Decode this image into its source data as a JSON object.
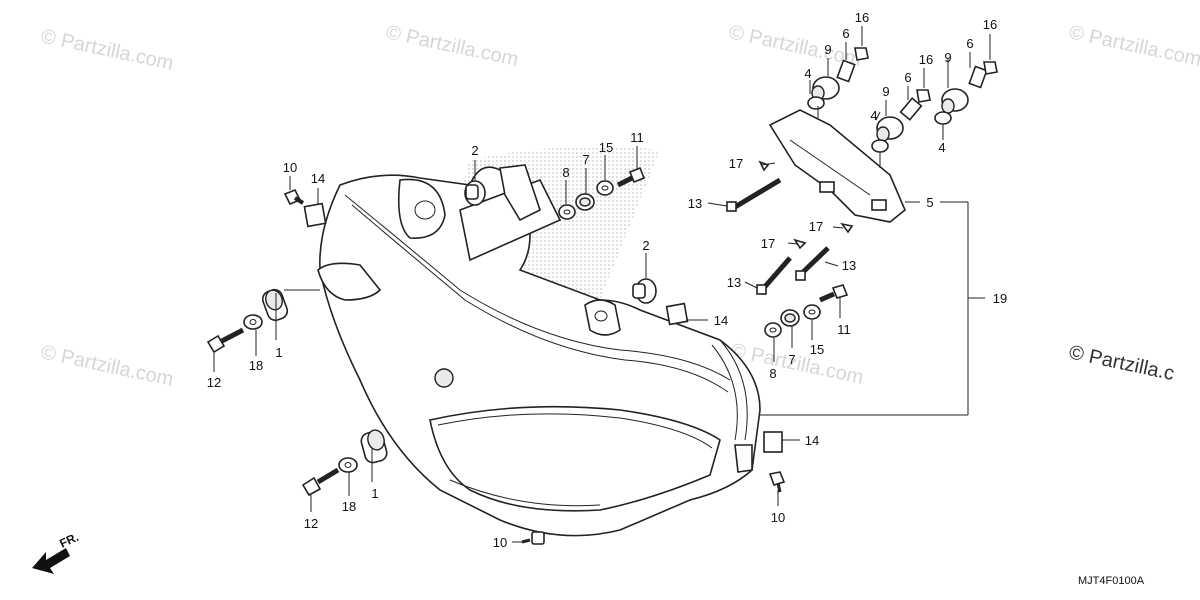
{
  "watermark": "© Partzilla.com",
  "watermark_right": "© Partzilla.c",
  "diagram_code": "MJT4F0100A",
  "front_label": "FR.",
  "callouts": {
    "c1a": "1",
    "c1b": "1",
    "c2a": "2",
    "c2b": "2",
    "c4a": "4",
    "c4b": "4",
    "c4c": "4",
    "c5": "5",
    "c6a": "6",
    "c6b": "6",
    "c6c": "6",
    "c7a": "7",
    "c7b": "7",
    "c8a": "8",
    "c8b": "8",
    "c9a": "9",
    "c9b": "9",
    "c9c": "9",
    "c10a": "10",
    "c10b": "10",
    "c10c": "10",
    "c11a": "11",
    "c11b": "11",
    "c12a": "12",
    "c12b": "12",
    "c13a": "13",
    "c13b": "13",
    "c13c": "13",
    "c14a": "14",
    "c14b": "14",
    "c14c": "14",
    "c15a": "15",
    "c15b": "15",
    "c16a": "16",
    "c16b": "16",
    "c16c": "16",
    "c17a": "17",
    "c17b": "17",
    "c17c": "17",
    "c18a": "18",
    "c18b": "18",
    "c19": "19"
  }
}
